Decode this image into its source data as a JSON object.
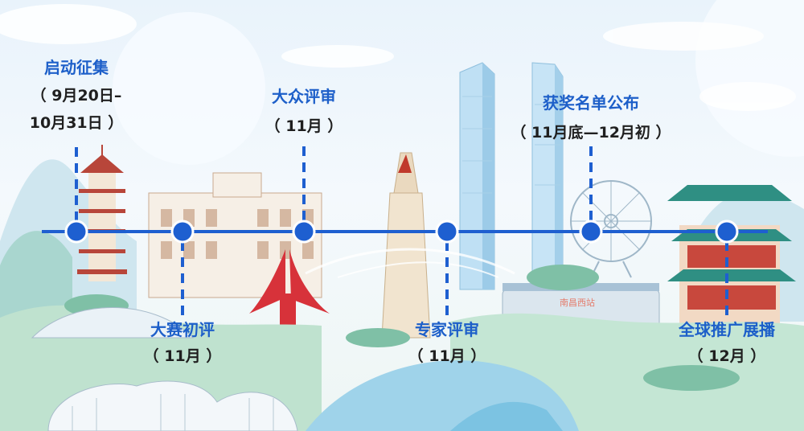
{
  "timeline": {
    "accent_color": "#1e5fd0",
    "stages": [
      {
        "id": "launch",
        "title": "启动征集",
        "date_lines": [
          "（ 9月20日–",
          "10月31日 ）"
        ]
      },
      {
        "id": "preliminary",
        "title": "大赛初评",
        "date_lines": [
          "（ 11月 ）"
        ]
      },
      {
        "id": "public_review",
        "title": "大众评审",
        "date_lines": [
          "（ 11月 ）"
        ]
      },
      {
        "id": "expert_review",
        "title": "专家评审",
        "date_lines": [
          "（ 11月 ）"
        ]
      },
      {
        "id": "winners",
        "title": "获奖名单公布",
        "date_lines": [
          "（ 11月底—12月初 ）"
        ]
      },
      {
        "id": "promotion",
        "title": "全球推广展播",
        "date_lines": [
          "（ 12月 ）"
        ]
      }
    ]
  },
  "scene": {
    "station_sign": "南昌西站"
  }
}
